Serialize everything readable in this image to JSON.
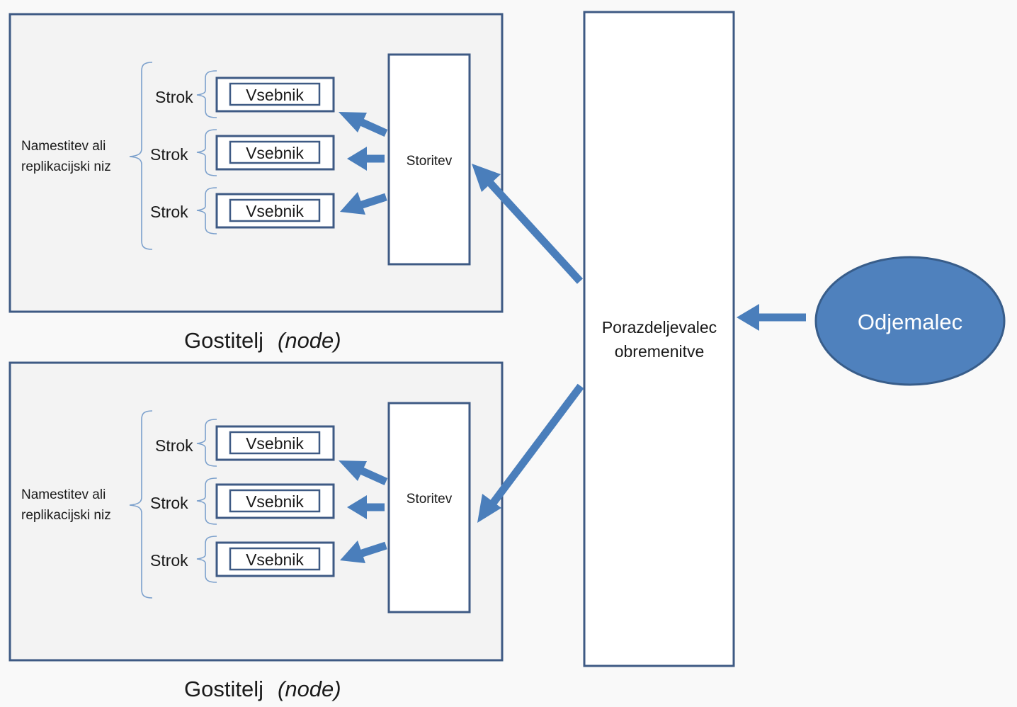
{
  "hosts": [
    {
      "caption": "Gostitelj",
      "caption_italic": "(node)",
      "deployment_label_line1": "Namestitev ali",
      "deployment_label_line2": "replikacijski niz",
      "service_label": "Storitev",
      "pods": [
        {
          "pod_label": "Strok",
          "container_label": "Vsebnik"
        },
        {
          "pod_label": "Strok",
          "container_label": "Vsebnik"
        },
        {
          "pod_label": "Strok",
          "container_label": "Vsebnik"
        }
      ]
    },
    {
      "caption": "Gostitelj",
      "caption_italic": "(node)",
      "deployment_label_line1": "Namestitev ali",
      "deployment_label_line2": "replikacijski niz",
      "service_label": "Storitev",
      "pods": [
        {
          "pod_label": "Strok",
          "container_label": "Vsebnik"
        },
        {
          "pod_label": "Strok",
          "container_label": "Vsebnik"
        },
        {
          "pod_label": "Strok",
          "container_label": "Vsebnik"
        }
      ]
    }
  ],
  "load_balancer": {
    "label_line1": "Porazdeljevalec",
    "label_line2": "obremenitve"
  },
  "client": {
    "label": "Odjemalec"
  },
  "colors": {
    "arrow": "#4a7ebb",
    "client_fill": "#4f81bd",
    "client_stroke": "#385d8a",
    "frame_stroke": "#3e5a84",
    "brace": "#7ba0cc"
  }
}
